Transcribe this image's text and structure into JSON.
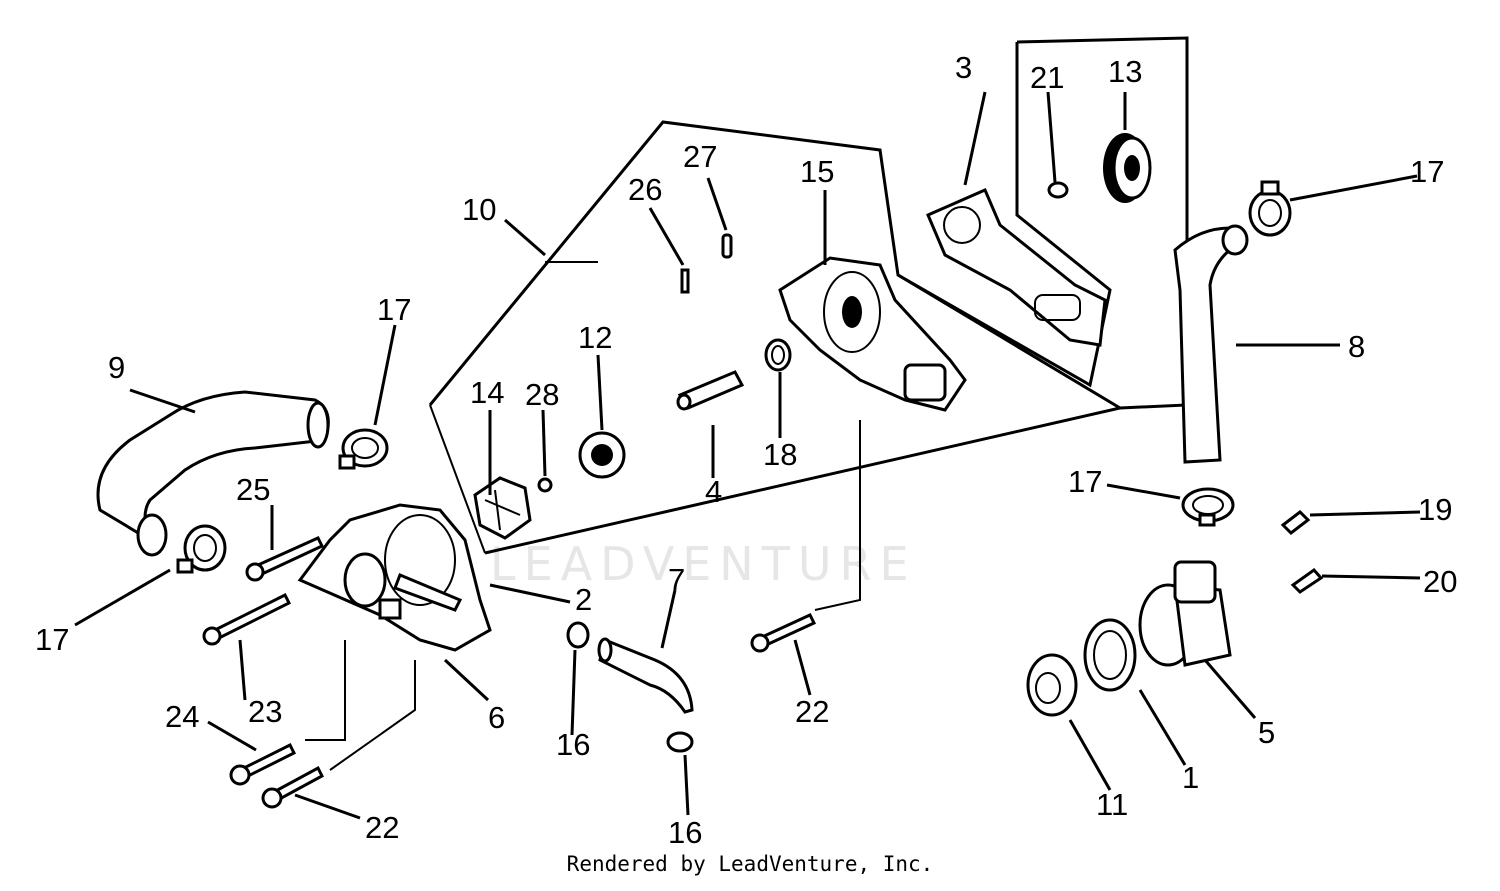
{
  "watermark": "LEADVENTURE",
  "footer": "Rendered by LeadVenture, Inc.",
  "callouts": {
    "c1": "1",
    "c2": "2",
    "c3": "3",
    "c4": "4",
    "c5": "5",
    "c6": "6",
    "c7": "7",
    "c8": "8",
    "c9": "9",
    "c10": "10",
    "c11": "11",
    "c12": "12",
    "c13": "13",
    "c14": "14",
    "c15": "15",
    "c16a": "16",
    "c16b": "16",
    "c17a": "17",
    "c17b": "17",
    "c17c": "17",
    "c17d": "17",
    "c18": "18",
    "c19": "19",
    "c20": "20",
    "c21": "21",
    "c22a": "22",
    "c22b": "22",
    "c23": "23",
    "c24": "24",
    "c25": "25",
    "c26": "26",
    "c27": "27",
    "c28": "28"
  }
}
